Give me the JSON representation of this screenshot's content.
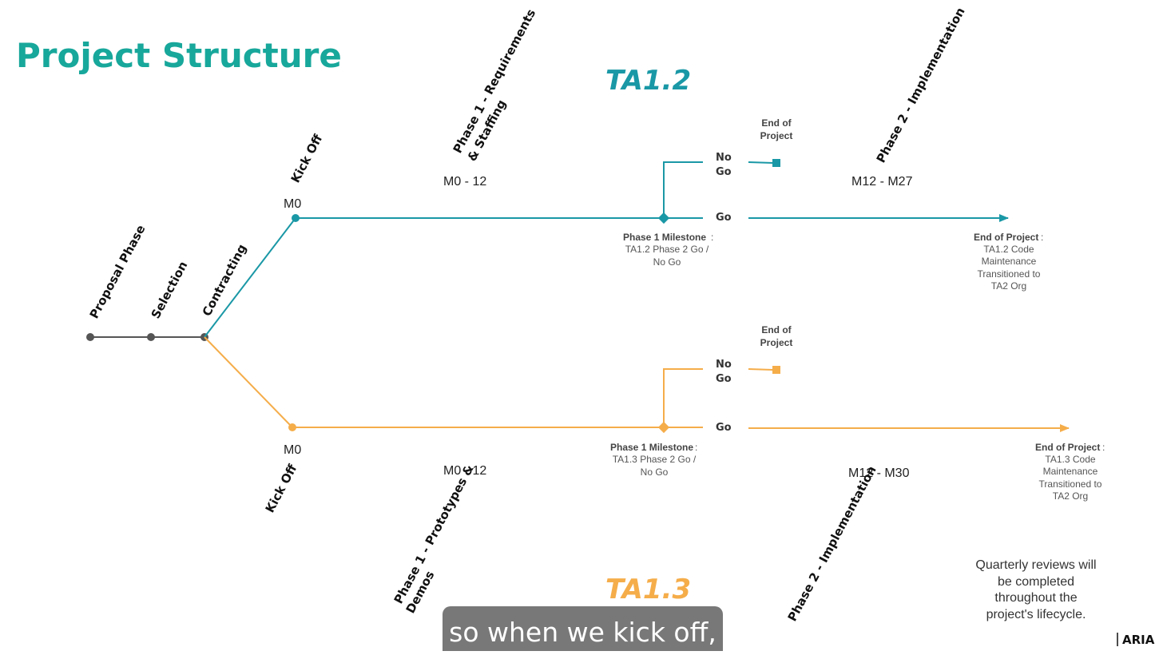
{
  "page": {
    "title": "Project Structure",
    "brand": "ARIA"
  },
  "colors": {
    "teal": "#1a98a6",
    "orange": "#f5ad4a",
    "gray": "#555555",
    "title_teal": "#18a79b"
  },
  "pre_stages": [
    "Proposal Phase",
    "Selection",
    "Contracting"
  ],
  "ta12": {
    "title": "TA1.2",
    "kickoff": "Kick Off",
    "m0": "M0",
    "phase1": {
      "line1": "Phase 1 - Requirements",
      "line2": "& Staffing",
      "months": "M0 - 12"
    },
    "milestone": {
      "label": "Phase 1 Milestone",
      "line1": "TA1.2 Phase 2 Go /",
      "line2": "No Go"
    },
    "nogo": {
      "line1": "No",
      "line2": "Go"
    },
    "go": "Go",
    "end_nogo": {
      "line1": "End of",
      "line2": "Project"
    },
    "phase2": {
      "label": "Phase 2 - Implementation",
      "months": "M12 - M27"
    },
    "end": {
      "label": "End of Project",
      "lines": [
        "TA1.2 Code",
        "Maintenance",
        "Transitioned to",
        "TA2 Org"
      ]
    }
  },
  "ta13": {
    "title": "TA1.3",
    "kickoff": "Kick Off",
    "m0": "M0",
    "phase1": {
      "line1": "Phase 1 - Prototypes &",
      "line2": "Demos",
      "months": "M0 - 12"
    },
    "milestone": {
      "label": "Phase 1 Milestone",
      "line1": "TA1.3 Phase 2 Go /",
      "line2": "No Go"
    },
    "nogo": {
      "line1": "No",
      "line2": "Go"
    },
    "go": "Go",
    "end_nogo": {
      "line1": "End of",
      "line2": "Project"
    },
    "phase2": {
      "label": "Phase 2 - Implementation",
      "months": "M12 - M30"
    },
    "end": {
      "label": "End of Project",
      "lines": [
        "TA1.3 Code",
        "Maintenance",
        "Transitioned to",
        "TA2 Org"
      ]
    }
  },
  "note": [
    "Quarterly reviews will",
    "be completed",
    "throughout the",
    "project's lifecycle."
  ],
  "caption": "so when we kick off,"
}
